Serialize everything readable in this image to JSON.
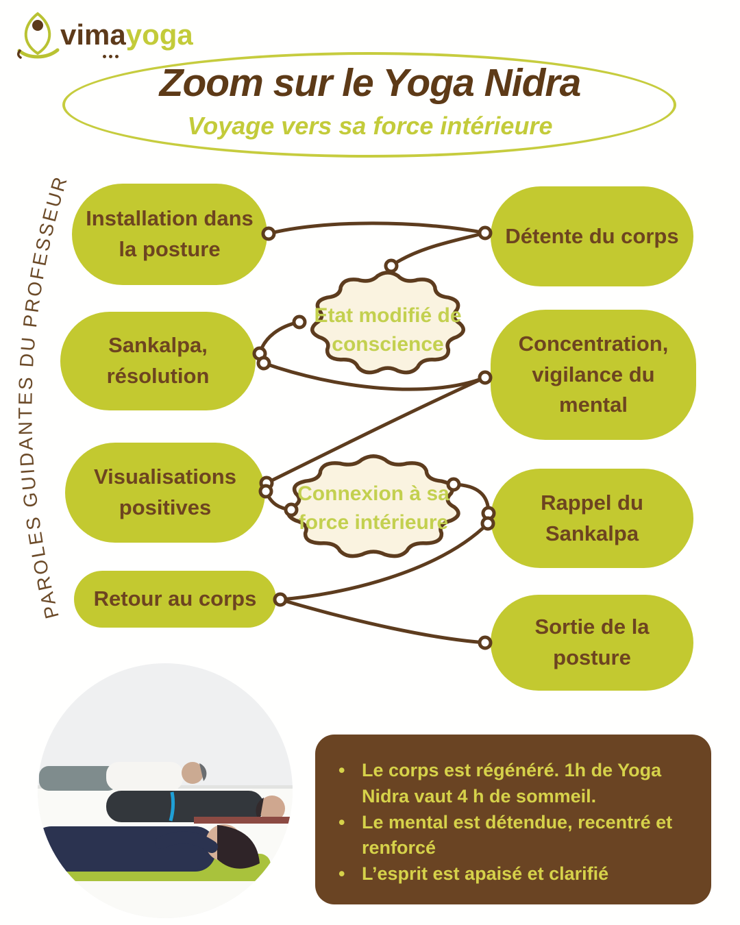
{
  "colors": {
    "pill_green": "#c3c930",
    "accent_green": "#c6cc3e",
    "cloud_text_green": "#c3d04f",
    "brown_dark": "#5d3a17",
    "brown_line": "#5d3c1e",
    "brown_box": "#6a4423",
    "cream_cloud": "#faf3e0",
    "bullet_yellow": "#d6d24a"
  },
  "logo": {
    "brand_left": "vima",
    "brand_right": "yoga",
    "icon": "meditating-figure-icon"
  },
  "header": {
    "title": "Zoom sur le Yoga Nidra",
    "subtitle": "Voyage vers sa force intérieure"
  },
  "side_label": "PAROLES GUIDANTES DU PROFESSEUR",
  "diagram": {
    "left_nodes": [
      {
        "label": "Installation dans la posture"
      },
      {
        "label": "Sankalpa, résolution"
      },
      {
        "label": "Visualisations positives"
      },
      {
        "label": "Retour au corps"
      }
    ],
    "right_nodes": [
      {
        "label": "Détente du corps"
      },
      {
        "label": "Concentration, vigilance du mental"
      },
      {
        "label": "Rappel du Sankalpa"
      },
      {
        "label": "Sortie de la posture"
      }
    ],
    "clouds": [
      {
        "label": "Etat modifié de conscience"
      },
      {
        "label": "Connexion à sa force intérieure"
      }
    ]
  },
  "benefits": {
    "bullet_glyph": "•",
    "items": [
      "Le corps est régénéré. 1h de Yoga Nidra vaut 4 h de sommeil.",
      "Le mental est détendue, recentré et renforcé",
      "L’esprit est apaisé et clarifié"
    ]
  }
}
